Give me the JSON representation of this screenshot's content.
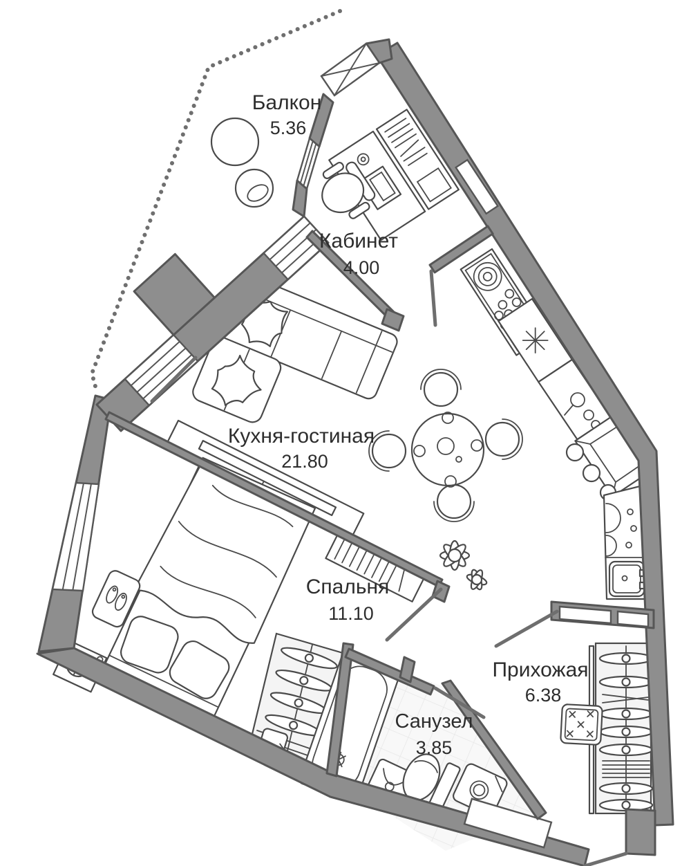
{
  "plan": {
    "type": "apartment-floor-plan",
    "language": "ru",
    "rooms": [
      {
        "name": "Балкон",
        "area": "5.36"
      },
      {
        "name": "Кабинет",
        "area": "4.00"
      },
      {
        "name": "Кухня-гостиная",
        "area": "21.80"
      },
      {
        "name": "Спальня",
        "area": "11.10"
      },
      {
        "name": "Прихожая",
        "area": "6.38"
      },
      {
        "name": "Санузел",
        "area": "3.85"
      }
    ],
    "colors": {
      "wall": "#8e8e8e",
      "wall_outline": "#565656",
      "furniture_outline": "#4a4a4a",
      "text": "#2d2d2d",
      "background": "#ffffff",
      "tile_floor": "#f8f8f8"
    },
    "symbols": [
      "balcony-boundary-chain",
      "balcony-glazing-x-window",
      "round-table",
      "balcony-chair",
      "desk-with-laptop",
      "office-chair",
      "book-shelf",
      "corner-sofa",
      "tv-console",
      "sideboard",
      "dining-table-with-chairs",
      "plant",
      "dish-shelf",
      "cooktop-asterisk",
      "burners",
      "corner-sink",
      "double-bowl-sink",
      "fridge",
      "double-bed",
      "pillows",
      "nightstand-with-slippers",
      "fan-coil-unit",
      "wardrobe-with-hangers",
      "bathtub",
      "wash-basin",
      "toilet",
      "washing-machine",
      "hallway-wardrobe-with-hangers",
      "doormat",
      "entrance-door"
    ]
  }
}
